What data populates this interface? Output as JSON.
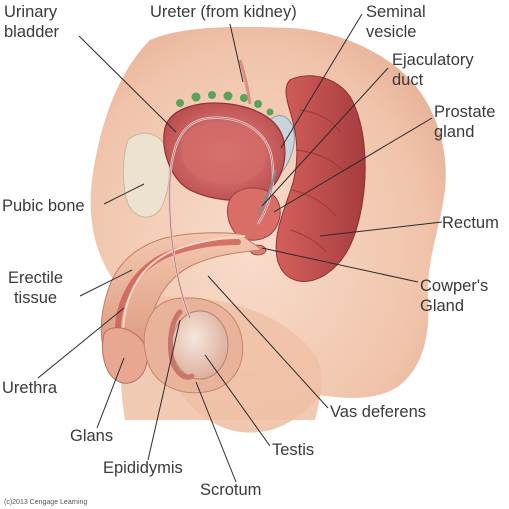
{
  "labels": {
    "urinary_bladder_line1": "Urinary",
    "urinary_bladder_line2": "bladder",
    "ureter": "Ureter (from kidney)",
    "seminal_vesicle_line1": "Seminal",
    "seminal_vesicle_line2": "vesicle",
    "ejaculatory_duct_line1": "Ejaculatory",
    "ejaculatory_duct_line2": "duct",
    "prostate_gland_line1": "Prostate",
    "prostate_gland_line2": "gland",
    "pubic_bone": "Pubic bone",
    "rectum": "Rectum",
    "erectile_tissue_line1": "Erectile",
    "erectile_tissue_line2": "tissue",
    "cowpers_gland_line1": "Cowper's",
    "cowpers_gland_line2": "Gland",
    "urethra": "Urethra",
    "vas_deferens": "Vas deferens",
    "glans": "Glans",
    "testis": "Testis",
    "epididymis": "Epididymis",
    "scrotum": "Scrotum"
  },
  "credit": "(c)2013 Cengage Learning",
  "colors": {
    "skin": "#f3cdb7",
    "skin_shadow": "#e2a68c",
    "tissue_red": "#c8504e",
    "tissue_dark": "#a83a3c",
    "bladder": "#d9696a",
    "bone": "#e8dcc8",
    "vessel_green": "#5aa35a",
    "leader_line": "#2b2b2b",
    "label_text": "#3a3a3a"
  }
}
